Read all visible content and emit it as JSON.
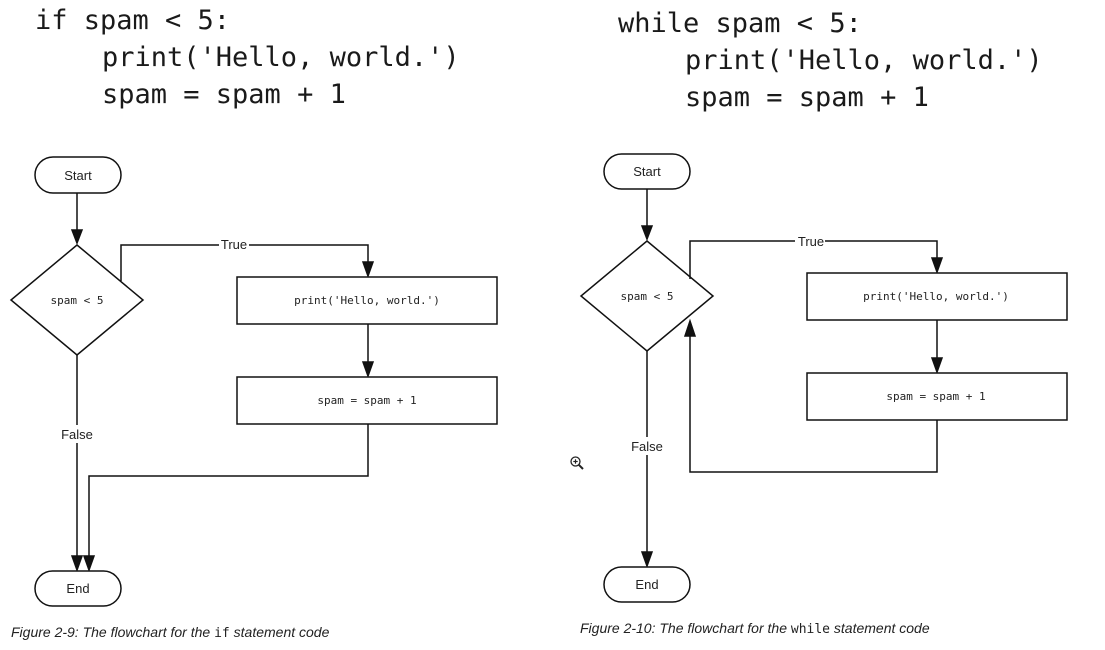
{
  "if_code": {
    "line1": "if spam < 5:",
    "line2": "print('Hello, world.')",
    "line3": "spam = spam + 1"
  },
  "while_code": {
    "line1": "while spam < 5:",
    "line2": "print('Hello, world.')",
    "line3": "spam = spam + 1"
  },
  "if_flowchart": {
    "start": "Start",
    "condition": "spam < 5",
    "true_label": "True",
    "false_label": "False",
    "print_box": "print('Hello, world.')",
    "assign_box": "spam = spam + 1",
    "end": "End",
    "caption_prefix": "Figure 2-9: The flowchart for the ",
    "caption_code": "if",
    "caption_suffix": " statement code"
  },
  "while_flowchart": {
    "start": "Start",
    "condition": "spam < 5",
    "true_label": "True",
    "false_label": "False",
    "print_box": "print('Hello, world.')",
    "assign_box": "spam = spam + 1",
    "end": "End",
    "caption_prefix": "Figure 2-10: The flowchart for the ",
    "caption_code": "while",
    "caption_suffix": " statement code"
  },
  "cursor_icon": "zoom-in-icon"
}
